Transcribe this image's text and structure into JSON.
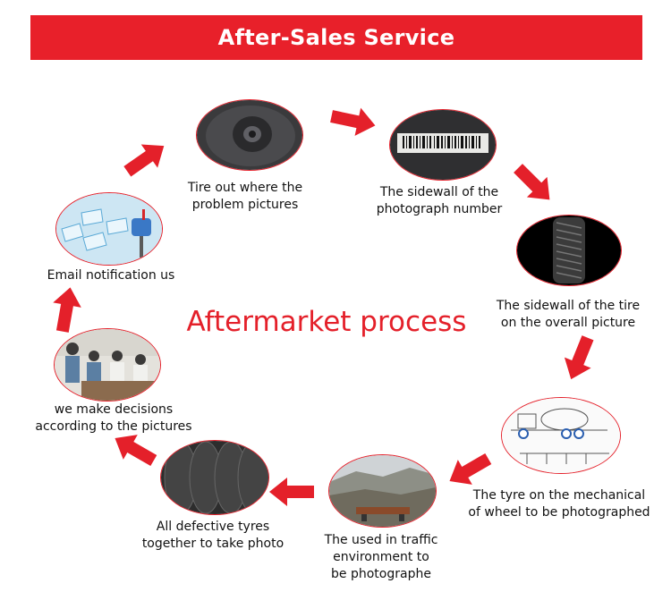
{
  "header": {
    "title": "After-Sales Service"
  },
  "center": {
    "title": "Aftermarket process"
  },
  "steps": [
    {
      "lines": [
        "Tire out where the",
        "problem pictures"
      ],
      "image": "tire-valve-closeup"
    },
    {
      "lines": [
        "The sidewall of the",
        "photograph number"
      ],
      "image": "tire-barcode-label"
    },
    {
      "lines": [
        "The sidewall of the tire",
        "on the overall picture"
      ],
      "image": "single-tire"
    },
    {
      "lines": [
        "The tyre on the mechanical",
        "of wheel to be photographed"
      ],
      "image": "truck-drawing"
    },
    {
      "lines": [
        "The used in traffic",
        "environment to",
        "be photographe"
      ],
      "image": "quarry-site"
    },
    {
      "lines": [
        "All defective tyres",
        "together to take photo"
      ],
      "image": "tire-stack"
    },
    {
      "lines": [
        "we make decisions",
        "according to the pictures"
      ],
      "image": "meeting-room"
    },
    {
      "lines": [
        "Email notification us"
      ],
      "image": "email-mailbox"
    }
  ],
  "colors": {
    "accent": "#e4202a",
    "banner": "#e8202a"
  }
}
